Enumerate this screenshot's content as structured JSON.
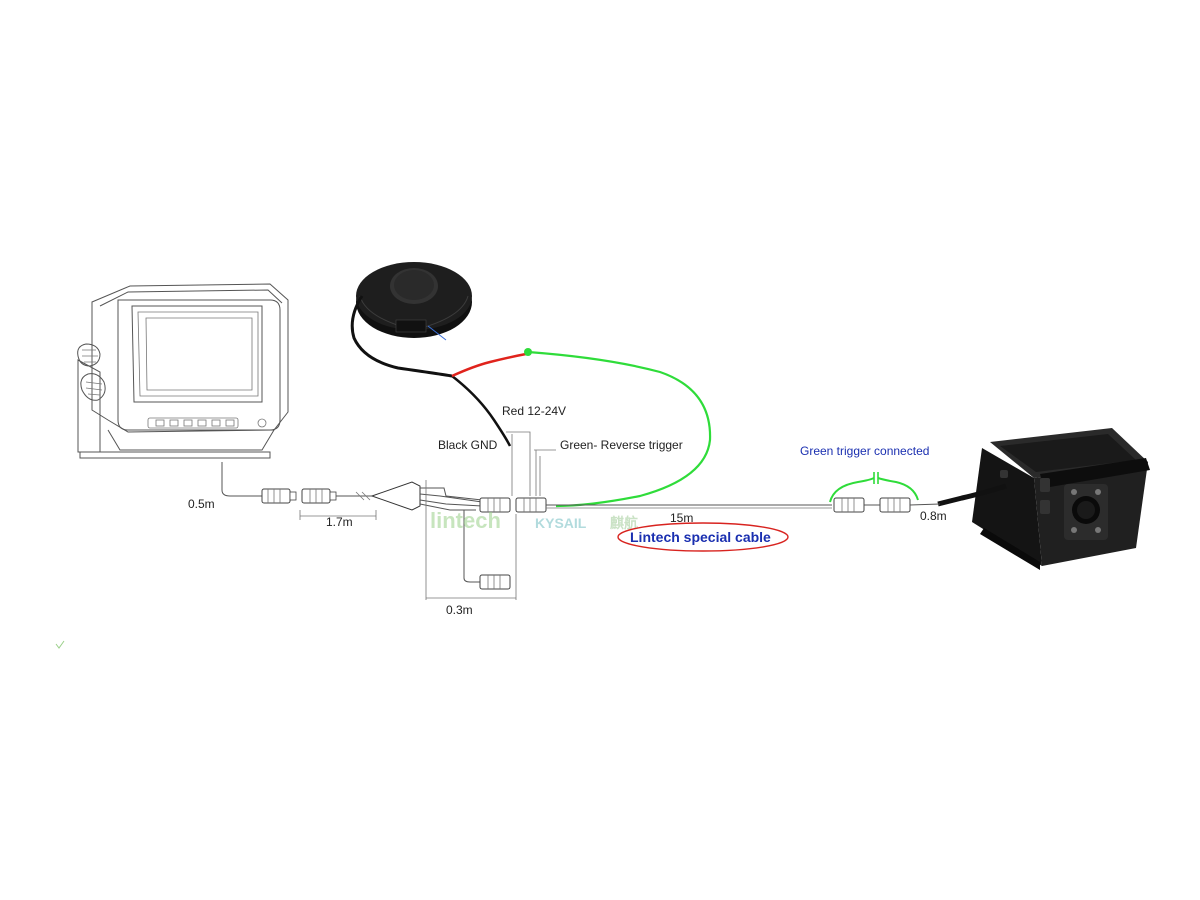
{
  "labels": {
    "red_wire": "Red 12-24V",
    "black_wire": "Black GND",
    "green_wire": "Green- Reverse trigger",
    "green_trigger": "Green trigger connected",
    "special_cable": "Lintech special cable",
    "len_monitor": "0.5m",
    "len_extension": "1.7m",
    "len_branch": "0.3m",
    "len_main": "15m",
    "len_camera": "0.8m"
  },
  "watermark": {
    "brand_a": "lintech",
    "brand_b": "KYSAIL",
    "brand_c": "麒航"
  },
  "colors": {
    "red_wire": "#e0231c",
    "green_wire": "#2fdc3a",
    "label_blue": "#1a2fb0",
    "oval_red": "#d8231f",
    "device_black": "#1c1c1c"
  },
  "icons": {
    "monitor": "monitor-icon",
    "speaker": "speaker-icon",
    "camera": "camera-icon"
  }
}
